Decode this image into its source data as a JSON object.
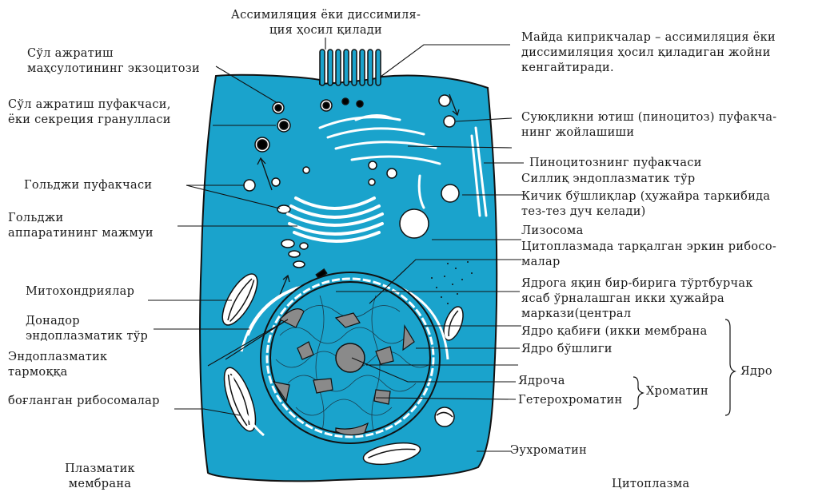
{
  "colors": {
    "cytoplasm": "#1aa3cc",
    "outline": "#111111",
    "nucleus": "#1aa3cc",
    "chromatin": "#8a8a8a",
    "background": "#ffffff"
  },
  "labels": {
    "top_center": [
      "Ассимиляция ёки диссимиля-",
      "ция ҳосил қилади"
    ],
    "exocytosis": [
      "Сўл ажратиш",
      "маҳсулотининг экзоцитози"
    ],
    "secretion_vesicle": [
      "Сўл ажратиш пуфакчаси,",
      "ёки секреция гранулласи"
    ],
    "golgi_vesicle": "Гольджи пуфакчаси",
    "golgi_complex": [
      "Гольджи",
      "аппаратининг мажмуи"
    ],
    "mitochondria": "Митохондриялар",
    "rough_er": [
      "Донадор",
      "эндоплазматик тўр"
    ],
    "er_network": [
      "Эндоплазматик",
      "тармоққа"
    ],
    "bound_ribosomes": "боғланган рибосомалар",
    "plasma_membrane": [
      "Плазматик",
      "мембрана"
    ],
    "microvilli": [
      "Майда киприкчалар – ассимиляция ёки",
      "диссимиляция ҳосил қиладиган жойни",
      "кенгайтиради."
    ],
    "pinocytosis_vesicle": [
      "Суюқликни ютиш (пиноцитоз) пуфакча-",
      "нинг жойлашиши"
    ],
    "pinocytosis_vesicle2": "Пиноцитознинг пуфакчаси",
    "smooth_er": "Силлиқ эндоплазматик тўр",
    "small_cavities": [
      "Кичик бўшлиқлар (ҳужайра таркибида",
      "тез-тез дуч келади)"
    ],
    "lysosome": "Лизосома",
    "free_ribosomes": [
      "Цитоплазмада тарқалган эркин рибосо-",
      "малар"
    ],
    "centrioles": [
      "Ядрога яқин бир-бирига тўртбурчак",
      "ясаб ўрналашган икки ҳужайра",
      "маркази(централ"
    ],
    "nuclear_envelope": "Ядро қабиғи (икки мембрана",
    "nuclear_cavity": "Ядро бўшлиги",
    "nucleolus": "Ядроча",
    "heterochromatin": "Гетерохроматин",
    "chromatin": "Хроматин",
    "nucleus": "Ядро",
    "euchromatin": "Эухроматин",
    "cytoplasm": "Цитоплазма"
  }
}
